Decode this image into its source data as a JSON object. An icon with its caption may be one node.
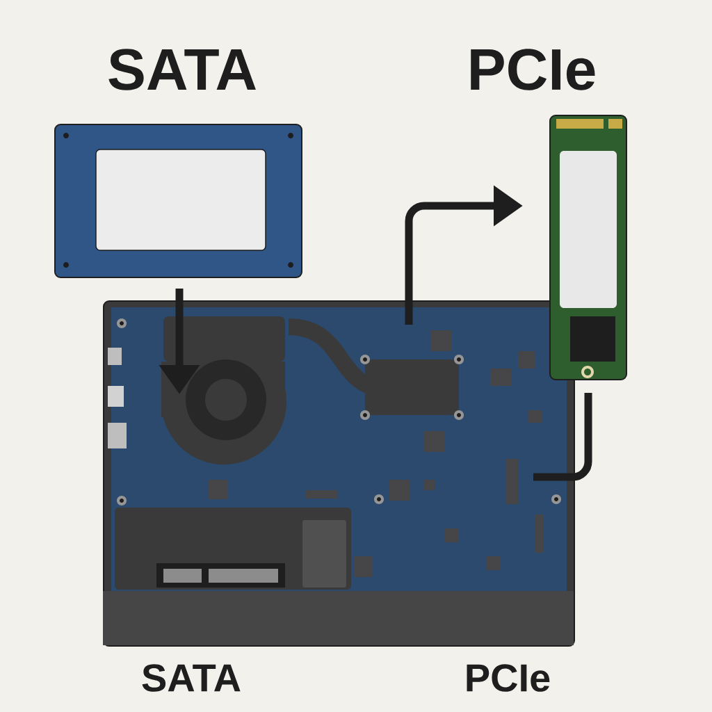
{
  "diagram": {
    "nodes": [
      {
        "text": [
          "SATA"
        ]
      },
      {
        "text": [],
        "shape": "picture"
      },
      {
        "text": [
          "PCIe"
        ]
      }
    ],
    "edges": [
      {
        "from": 0,
        "to": 1,
        "arrow": "to"
      },
      {
        "from": 1,
        "to": 2,
        "arrow": "to"
      },
      {
        "from": 2,
        "to": 1,
        "arrow": "none"
      }
    ],
    "labels": [
      "SATA",
      "PCIe"
    ]
  }
}
